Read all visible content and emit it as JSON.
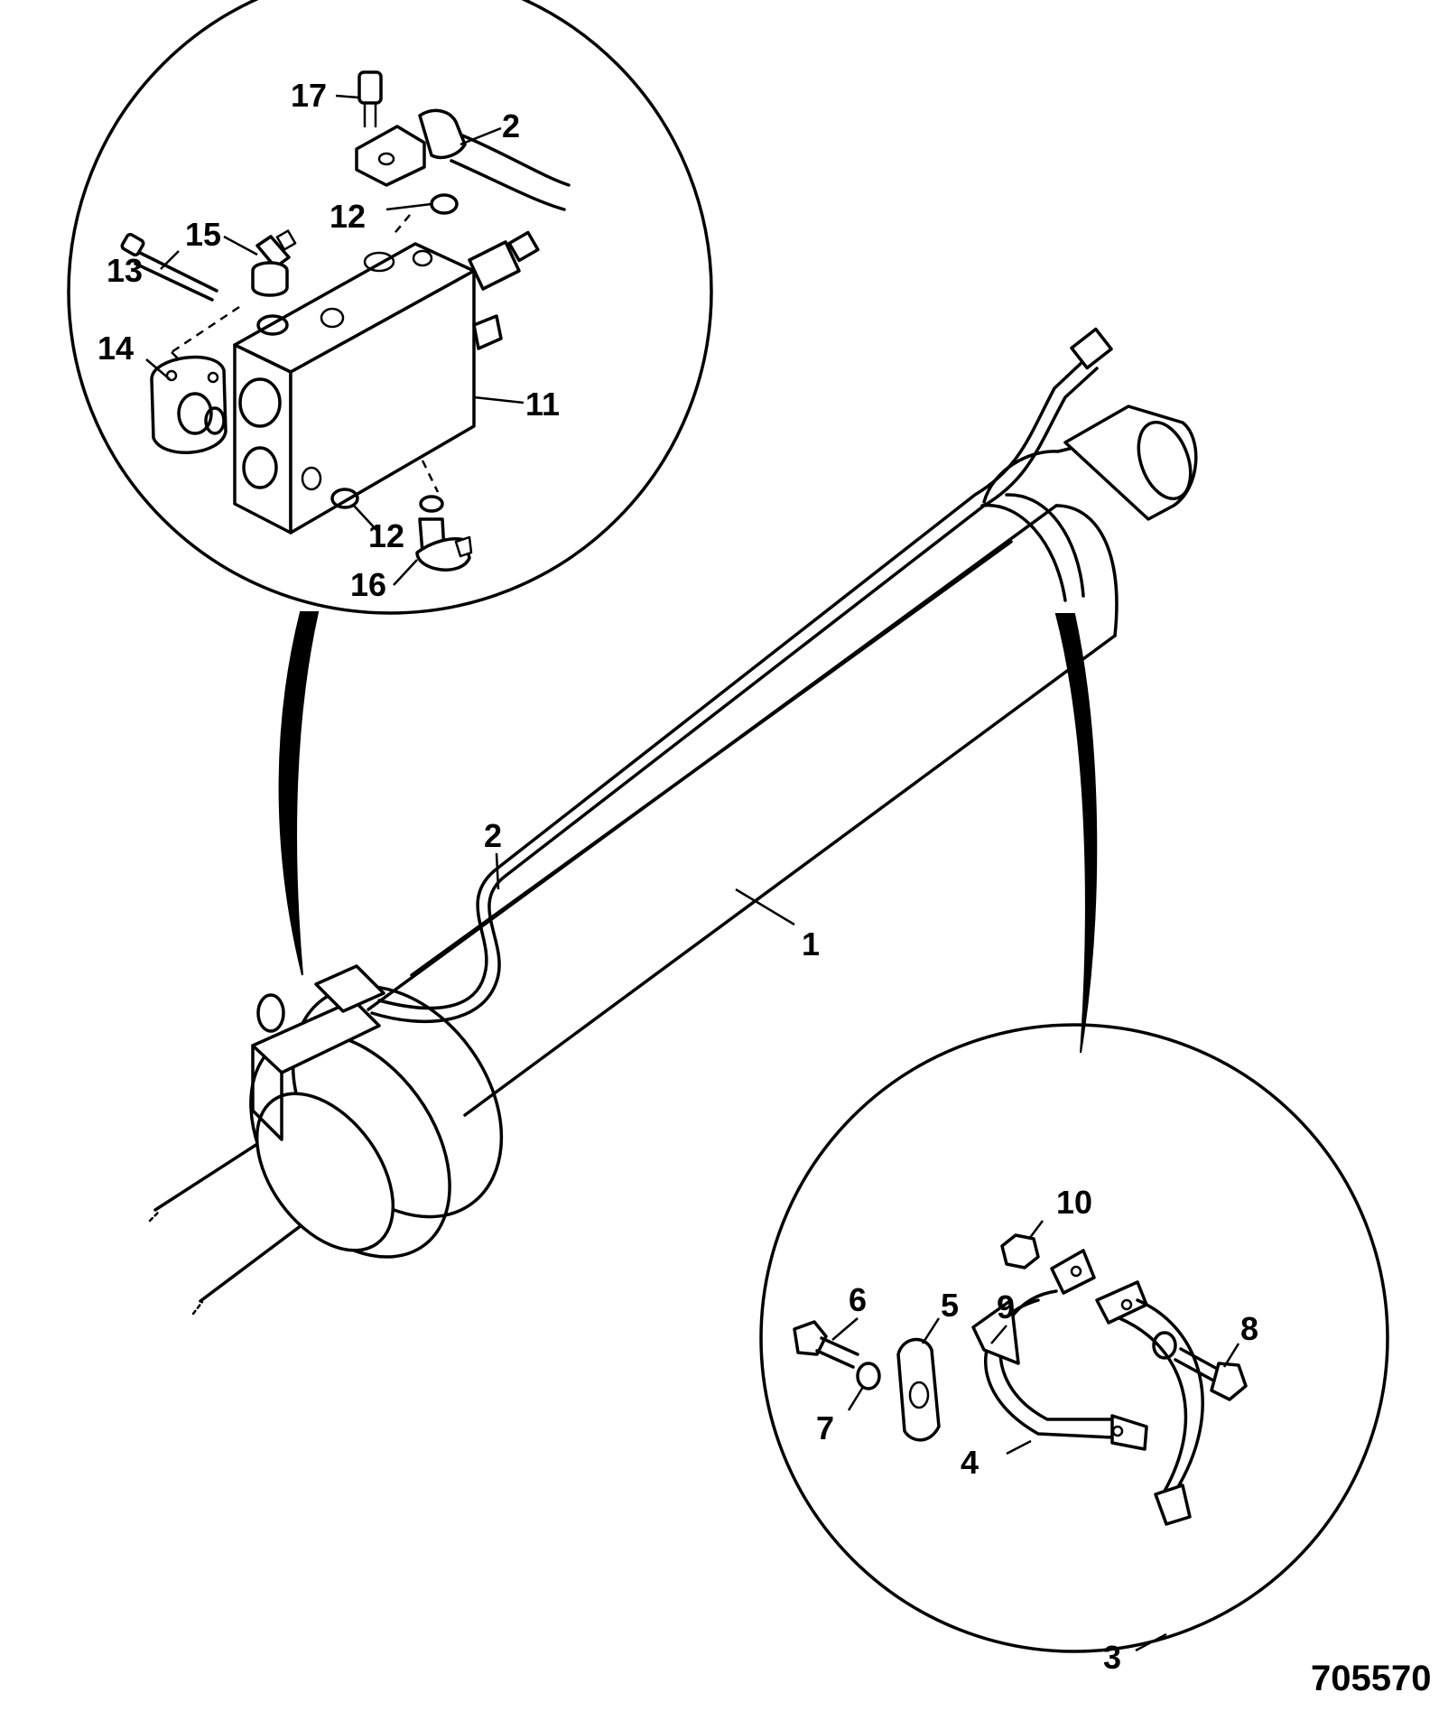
{
  "drawing_number": "705570",
  "callouts": {
    "c1": "1",
    "c2_main": "2",
    "c2_detail": "2",
    "c3": "3",
    "c4": "4",
    "c5": "5",
    "c6": "6",
    "c7": "7",
    "c8": "8",
    "c9": "9",
    "c10": "10",
    "c11": "11",
    "c12_upper": "12",
    "c12_lower": "12",
    "c13": "13",
    "c14": "14",
    "c15": "15",
    "c16": "16",
    "c17": "17"
  },
  "colors": {
    "ink": "#000000",
    "paper": "#ffffff"
  }
}
